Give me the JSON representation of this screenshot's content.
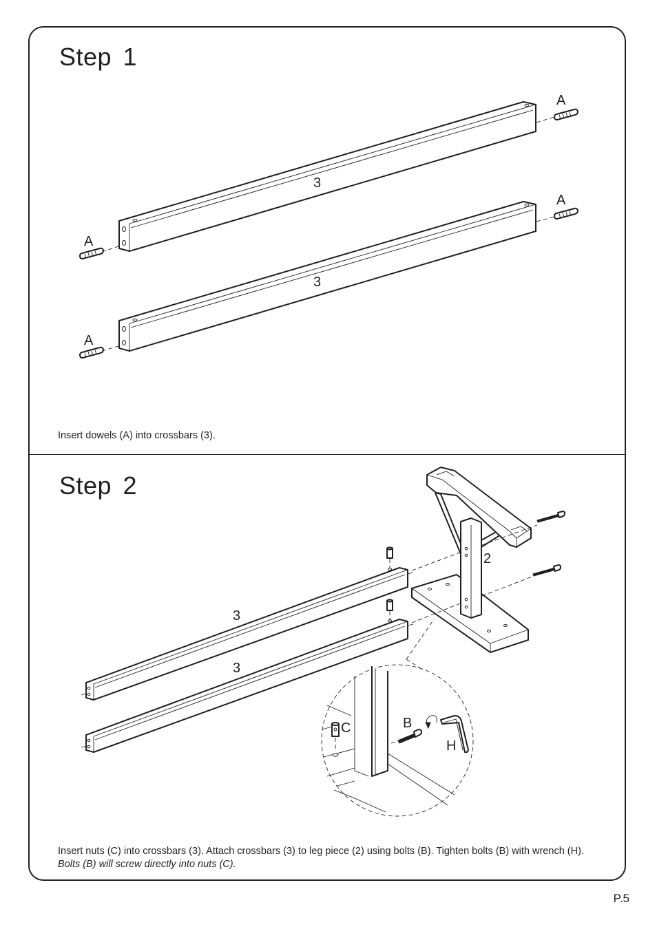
{
  "page": {
    "number": "P.5"
  },
  "step1": {
    "title": "Step  1",
    "parts": {
      "crossbar_label": "3",
      "dowel_label": "A"
    },
    "instruction": "Insert dowels (A) into crossbars (3)."
  },
  "step2": {
    "title": "Step  2",
    "parts": {
      "crossbar_label": "3",
      "leg_label": "2",
      "bolt_label": "B",
      "nut_label": "C",
      "wrench_label": "H"
    },
    "instruction": "Insert nuts (C) into crossbars (3). Attach crossbars (3) to leg piece (2) using bolts (B). Tighten bolts (B) with wrench (H).",
    "instruction_note": "Bolts (B) will screw directly into nuts (C)."
  }
}
